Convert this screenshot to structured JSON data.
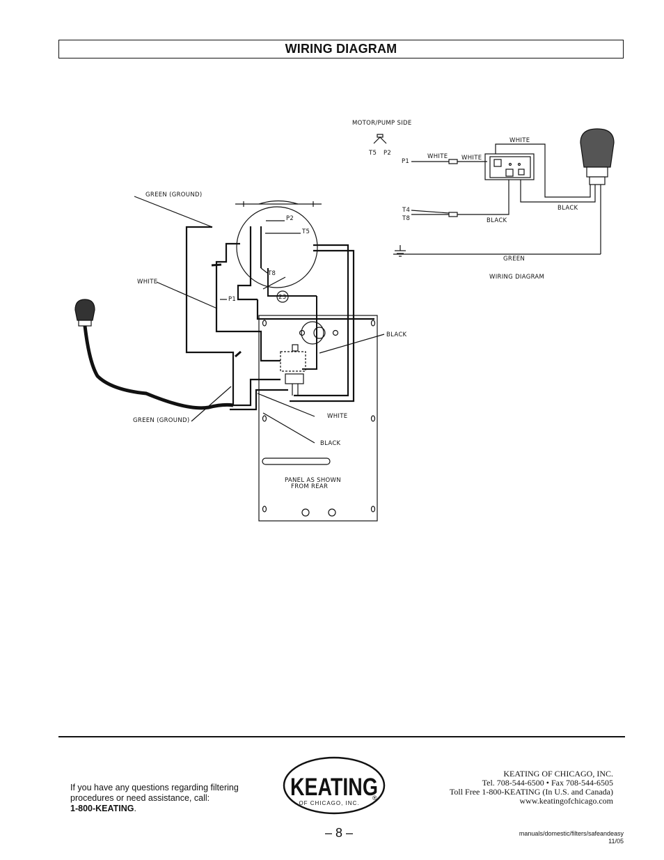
{
  "header": {
    "title": "WIRING DIAGRAM"
  },
  "diagram": {
    "labels": {
      "motor_pump_side": "MOTOR/PUMP SIDE",
      "t5": "T5",
      "p2": "P2",
      "p1": "P1",
      "t4": "T4",
      "t8": "T8",
      "white": "WHITE",
      "black": "BLACK",
      "green": "GREEN",
      "green_ground": "GREEN (GROUND)",
      "wiring_diagram": "WIRING DIAGRAM",
      "item_23": "23",
      "panel_line1": "PANEL AS SHOWN",
      "panel_line2": "FROM REAR"
    }
  },
  "footer": {
    "contact_line1": "If you have any questions regarding filtering",
    "contact_line2": "procedures or need assistance, call:",
    "contact_phone": "1-800-KEATING",
    "contact_phone_suffix": ".",
    "company_name": "KEATING OF CHICAGO, INC.",
    "tel_fax": "Tel. 708-544-6500 • Fax 708-544-6505",
    "toll_free": "Toll Free 1-800-KEATING (In U.S. and Canada)",
    "website": "www.keatingofchicago.com",
    "logo_word": "KEATING",
    "logo_sub": "OF CHICAGO, INC.",
    "logo_mark": "®",
    "page_number": "– 8 –",
    "doc_path": "manuals/domestic/filters/safeandeasy",
    "doc_date": "11/05"
  }
}
